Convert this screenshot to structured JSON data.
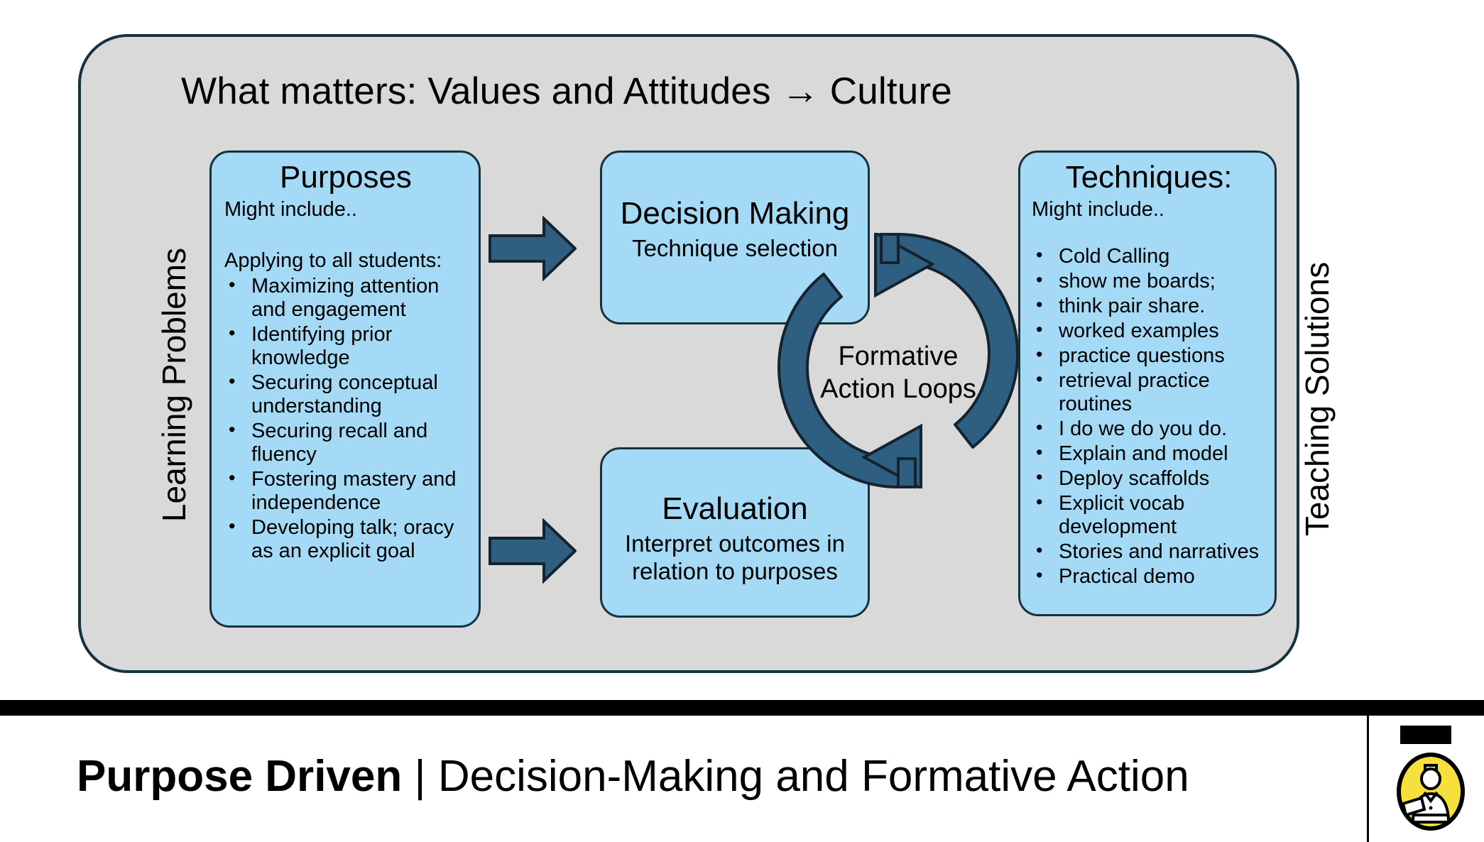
{
  "slide": {
    "heading": "What matters:  Values and Attitudes → Culture",
    "left_axis_label": "Learning Problems",
    "right_axis_label": "Teaching Solutions",
    "colors": {
      "shell_fill": "#d9d9d9",
      "shell_border": "#17313f",
      "card_fill": "#a4daf6",
      "card_border": "#17313f",
      "arrow_fill": "#2f5f80",
      "arrow_border": "#14232e",
      "logo_yellow": "#f5e03c",
      "footer_bar": "#000000"
    }
  },
  "purposes": {
    "title": "Purposes",
    "subhead": "Might include..",
    "lead": "Applying to all students:",
    "bullets": [
      "Maximizing attention and engagement",
      "Identifying prior knowledge",
      "Securing conceptual understanding",
      "Securing recall and fluency",
      "Fostering mastery and independence",
      "Developing talk; oracy as an explicit goal"
    ]
  },
  "decision": {
    "title": "Decision Making",
    "subtitle": "Technique selection"
  },
  "evaluation": {
    "title": "Evaluation",
    "subtitle": "Interpret outcomes in relation to purposes"
  },
  "loop": {
    "label_line1": "Formative",
    "label_line2": "Action Loops"
  },
  "techniques": {
    "title": "Techniques:",
    "subhead": "Might include..",
    "bullets": [
      "Cold Calling",
      "show me boards;",
      "think pair share.",
      "worked examples",
      "practice questions",
      "retrieval practice routines",
      "I do we do you do.",
      "Explain and model",
      "Deploy scaffolds",
      "Explicit vocab development",
      "Stories and narratives",
      "Practical demo"
    ]
  },
  "footer": {
    "title_strong": "Purpose Driven",
    "title_separator": " | ",
    "title_rest": "Decision-Making and Formative Action",
    "logo_name": "teacher-figure-logo"
  }
}
